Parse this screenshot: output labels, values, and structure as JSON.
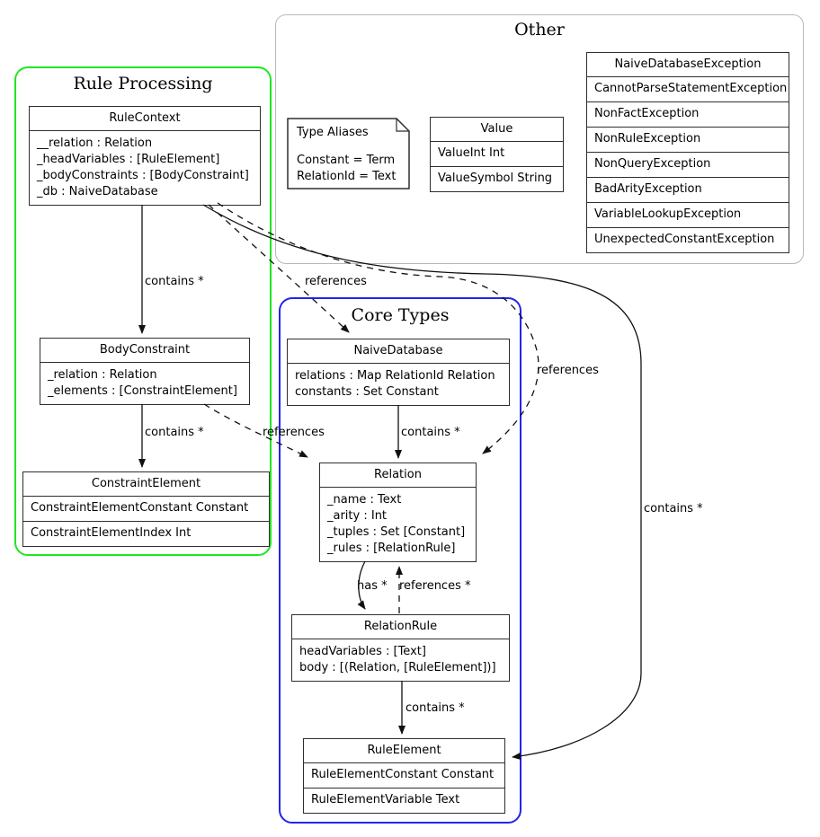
{
  "groups": {
    "rule_processing": {
      "title": "Rule Processing"
    },
    "other": {
      "title": "Other"
    },
    "core_types": {
      "title": "Core Types"
    }
  },
  "classes": {
    "rule_context": {
      "title": "RuleContext",
      "attrs": [
        "__relation : Relation",
        "_headVariables : [RuleElement]",
        "_bodyConstraints : [BodyConstraint]",
        "_db : NaiveDatabase"
      ]
    },
    "body_constraint": {
      "title": "BodyConstraint",
      "attrs": [
        "_relation : Relation",
        "_elements : [ConstraintElement]"
      ]
    },
    "constraint_element": {
      "title": "ConstraintElement",
      "rows": [
        "ConstraintElementConstant Constant",
        "ConstraintElementIndex Int"
      ]
    },
    "type_aliases": {
      "title": "Type Aliases",
      "lines": [
        "Constant = Term",
        "RelationId = Text"
      ]
    },
    "value": {
      "title": "Value",
      "rows": [
        "ValueInt Int",
        "ValueSymbol String"
      ]
    },
    "exceptions": {
      "title": "NaiveDatabaseException",
      "rows": [
        "CannotParseStatementException",
        "NonFactException",
        "NonRuleException",
        "NonQueryException",
        "BadArityException",
        "VariableLookupException",
        "UnexpectedConstantException"
      ]
    },
    "naive_database": {
      "title": "NaiveDatabase",
      "attrs": [
        "relations : Map RelationId Relation",
        "constants : Set Constant"
      ]
    },
    "relation": {
      "title": "Relation",
      "attrs": [
        "_name : Text",
        "_arity : Int",
        "_tuples : Set [Constant]",
        "_rules : [RelationRule]"
      ]
    },
    "relation_rule": {
      "title": "RelationRule",
      "attrs": [
        "headVariables : [Text]",
        "body : [(Relation, [RuleElement])]"
      ]
    },
    "rule_element": {
      "title": "RuleElement",
      "rows": [
        "RuleElementConstant Constant",
        "RuleElementVariable Text"
      ]
    }
  },
  "edge_labels": {
    "rulecontext_bodyconstraint": "contains *",
    "rulecontext_naivedatabase": "references",
    "rulecontext_relation": "references",
    "rulecontext_ruleelement": "contains *",
    "bodyconstraint_constraintelement": "contains *",
    "bodyconstraint_relation": "references",
    "naivedatabase_relation": "contains *",
    "relation_has": "has *",
    "relationrule_references": "references *",
    "relationrule_ruleelement": "contains *"
  },
  "colors": {
    "rule_processing_border": "#21e521",
    "core_types_border": "#2323ee",
    "other_border": "#b9b9b9",
    "box_border": "#2e2e2e",
    "edge": "#111111",
    "background": "#ffffff"
  }
}
